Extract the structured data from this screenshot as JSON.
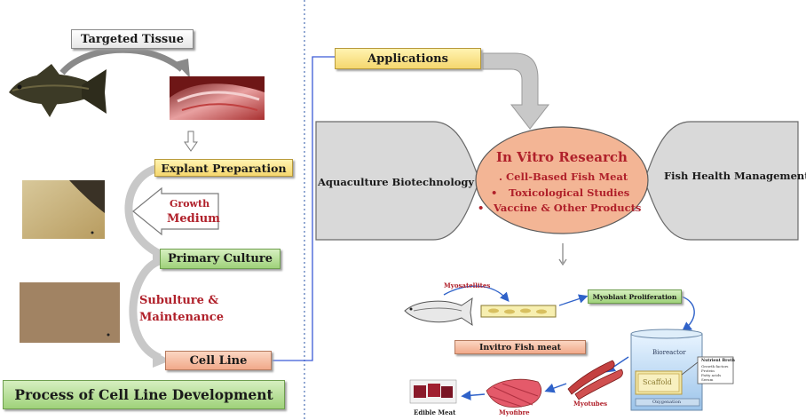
{
  "left": {
    "targeted_tissue": "Targeted Tissue",
    "explant": "Explant Preparation",
    "growth_medium_line1": "Growth",
    "growth_medium_line2": "Medium",
    "primary_culture": "Primary Culture",
    "subculture_line1": "Subulture  &",
    "subculture_line2": "Maintenance",
    "cell_line": "Cell Line",
    "process_title": "Process of Cell Line Development"
  },
  "right": {
    "applications": "Applications",
    "aquaculture": "Aquaculture Biotechnology",
    "fish_health": "Fish Health Management",
    "in_vitro_title": "In Vitro Research",
    "in_vitro_items": ". Cell-Based Fish Meat",
    "in_vitro_item2": "Toxicological Studies",
    "in_vitro_item3": "Vaccine & Other Products",
    "bullet": "•"
  },
  "process": {
    "myosatellites": "Myosatellites",
    "myoblast": "Myoblast Proliferation",
    "invitro_fish_meat": "Invitro Fish meat",
    "bioreactor": "Bioreactor",
    "scaffold": "Scaffold",
    "oxygenation": "Oxygenation",
    "nutrient_title": "Nutrient Broth",
    "nutrient_1": "Growth factors",
    "nutrient_2": "Protein",
    "nutrient_3": "Fatty acids",
    "nutrient_4": "Serum",
    "myotubes": "Myotubes",
    "myofibre": "Myofibre",
    "edible_meat": "Edible Meat"
  },
  "colors": {
    "yellow_box": "#f5d76e",
    "green_box": "#9fd27a",
    "orange_box": "#f1a98a",
    "ellipse_fill": "#f3b595",
    "lobe_fill": "#d9d9d9",
    "red_text": "#b0202a",
    "divider": "#4a6fb5",
    "connector": "#3b5bd6",
    "arrow_gray": "#c8c8c8"
  }
}
